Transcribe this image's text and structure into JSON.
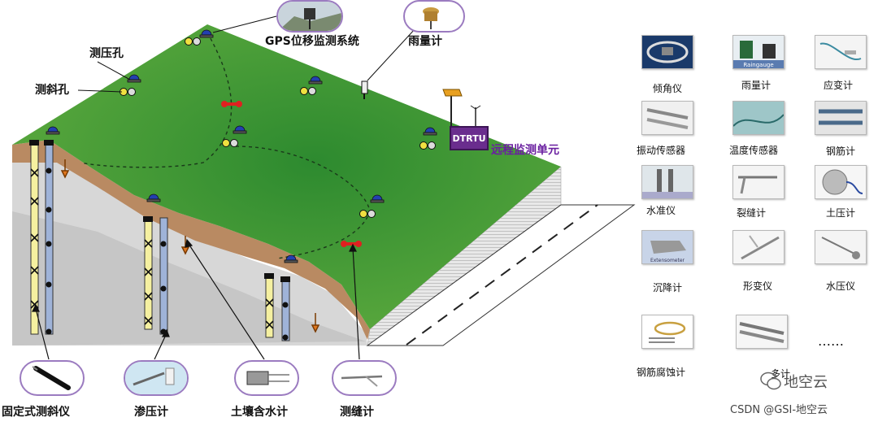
{
  "labels": {
    "gps_system": "GPS位移监测系统",
    "rain_gauge_top": "雨量计",
    "pressure_hole": "测压孔",
    "inclinometer_hole": "测斜孔",
    "remote_unit": "远程监测单元",
    "dtrtu": "DTRTU",
    "fixed_inclinometer": "固定式测斜仪",
    "piezometer": "渗压计",
    "soil_moisture": "土壤含水计",
    "crack_meter_bottom": "测缝计"
  },
  "instruments": [
    {
      "label": "倾角仪"
    },
    {
      "label": "雨量计"
    },
    {
      "label": "应变计"
    },
    {
      "label": "振动传感器"
    },
    {
      "label": "温度传感器"
    },
    {
      "label": "钢筋计"
    },
    {
      "label": "水准仪"
    },
    {
      "label": "裂缝计"
    },
    {
      "label": "土压计"
    },
    {
      "label": "沉降计"
    },
    {
      "label": "形变仪"
    },
    {
      "label": "水压仪"
    },
    {
      "label": "钢筋腐蚀计"
    },
    {
      "label": "……"
    }
  ],
  "thumb_texts": {
    "rain": "Raingauge",
    "exten": "Extensometer"
  },
  "watermark": {
    "brand": "地空云",
    "credit": "CSDN @GSI-地空云",
    "partial_label": "多计"
  },
  "colors": {
    "grass": "#3f9a35",
    "soil": "#b98a62",
    "rock": "#d8d8d8",
    "accent_purple": "#6a1fa0",
    "sensor_blue": "#2340b0",
    "gps_red": "#e02020"
  }
}
